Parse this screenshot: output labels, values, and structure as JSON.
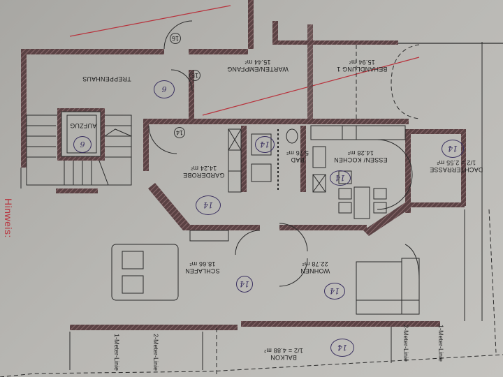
{
  "plan": {
    "orientation_deg": 180,
    "colors": {
      "paper": "#b5b4b0",
      "wall": "#4a3436",
      "wall_hatch": "#7a5a5c",
      "line": "#2a2a2a",
      "annotation_red": "#b8323c",
      "handwriting": "#3a3060"
    },
    "rooms": [
      {
        "name": "TREPPENHAUS",
        "area": ""
      },
      {
        "name": "WARTEN/EMPFANG",
        "area": "15.44 m²"
      },
      {
        "name": "BEHANDLUNG 1",
        "area": "15.94 m²"
      },
      {
        "name": "AUFZUG",
        "area": ""
      },
      {
        "name": "GARDEROBE",
        "area": "14.24 m²"
      },
      {
        "name": "BAD",
        "area": "5.76 m²"
      },
      {
        "name": "ESSEN/ KOCHEN",
        "area": "14.28 m²"
      },
      {
        "name": "DACHTERRASSE",
        "area": "1/2 = 2.55 m²"
      },
      {
        "name": "SCHLAFEN",
        "area": "18.66 m²"
      },
      {
        "name": "WOHNEN",
        "area": "22.78 m²"
      },
      {
        "name": "BALKON",
        "area": "1/2 = 4.88 m²"
      }
    ],
    "unit_markers": [
      "16",
      "15",
      "14"
    ],
    "handwritten_marks": [
      "6",
      "6",
      "14",
      "14",
      "14",
      "14",
      "14",
      "14",
      "14"
    ],
    "lines": {
      "one_meter": "1-Meter-Linie",
      "two_meter": "2-Meter-Linie"
    },
    "note_label": "Hinweis:"
  }
}
